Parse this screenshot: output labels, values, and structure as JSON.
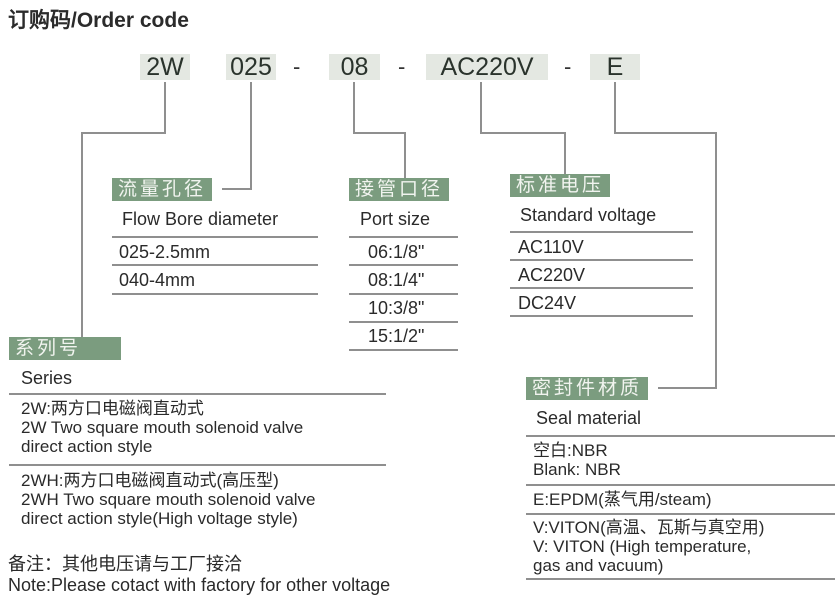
{
  "title": "订购码/Order code",
  "code": {
    "parts": [
      "2W",
      "025",
      "08",
      "AC220V",
      "E"
    ],
    "separator": "-"
  },
  "flow_bore": {
    "tag": "流量孔径",
    "header": "Flow Bore  diameter",
    "items": [
      "025-2.5mm",
      "040-4mm"
    ]
  },
  "port_size": {
    "tag": "接管口径",
    "header": "Port size",
    "items": [
      "06:1/8\"",
      "08:1/4\"",
      "10:3/8\"",
      "15:1/2\""
    ]
  },
  "voltage": {
    "tag": "标准电压",
    "header": "Standard voltage",
    "items": [
      "AC110V",
      "AC220V",
      "DC24V"
    ]
  },
  "series": {
    "tag": "系列号",
    "header": "Series",
    "items": [
      {
        "cn": "2W:两方口电磁阀直动式",
        "en1": "2W Two square mouth solenoid valve",
        "en2": "direct action style"
      },
      {
        "cn": "2WH:两方口电磁阀直动式(高压型)",
        "en1": "2WH Two square mouth solenoid valve",
        "en2": "direct action style(High voltage style)"
      }
    ]
  },
  "seal": {
    "tag": "密封件材质",
    "header": "Seal material",
    "items": [
      {
        "l1": "空白:NBR",
        "l2": "Blank: NBR"
      },
      {
        "l1": "E:EPDM(蒸气用/steam)"
      },
      {
        "l1": "V:VITON(高温、瓦斯与真空用)",
        "l2": "V: VITON (High temperature,",
        "l3": "gas and vacuum)"
      }
    ]
  },
  "note": {
    "cn": "备注：其他电压请与工厂接洽",
    "en": "Note:Please cotact with factory for other voltage"
  },
  "colors": {
    "tag_bg": "#7b9c7f",
    "code_bg": "#e4e8e2",
    "line": "#8f8f8f"
  }
}
